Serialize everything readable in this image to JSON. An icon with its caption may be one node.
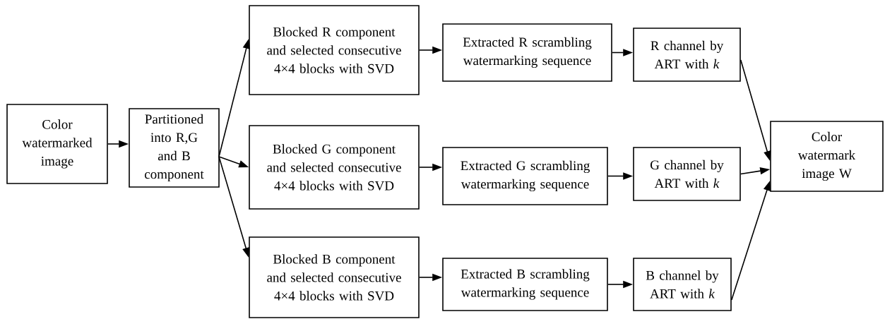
{
  "diagram": {
    "nodes": [
      {
        "text": [
          "Color watermarked image"
        ]
      },
      {
        "text": [
          "Partitioned into R,G and B component"
        ]
      },
      {
        "text": [
          "Blocked R component and selected consecutive 4×4 blocks with SVD"
        ]
      },
      {
        "text": [
          "Blocked G component and selected consecutive 4×4 blocks with SVD"
        ]
      },
      {
        "text": [
          "Blocked B component and selected consecutive 4×4 blocks with SVD"
        ]
      },
      {
        "text": [
          "Extracted R scrambling watermarking sequence"
        ]
      },
      {
        "text": [
          "Extracted G scrambling watermarking sequence"
        ]
      },
      {
        "text": [
          "Extracted B scrambling watermarking sequence"
        ]
      },
      {
        "text": [
          "R channel by ART with *k*"
        ]
      },
      {
        "text": [
          "G channel by ART with *k*"
        ]
      },
      {
        "text": [
          "B channel by ART with *k*"
        ]
      },
      {
        "text": [
          "Color watermark image W"
        ]
      }
    ],
    "edges": [
      {
        "from": 0,
        "to": 1,
        "arrow": "to"
      },
      {
        "from": 1,
        "to": 2,
        "arrow": "to"
      },
      {
        "from": 1,
        "to": 3,
        "arrow": "to"
      },
      {
        "from": 1,
        "to": 4,
        "arrow": "to"
      },
      {
        "from": 2,
        "to": 5,
        "arrow": "to"
      },
      {
        "from": 3,
        "to": 6,
        "arrow": "to"
      },
      {
        "from": 4,
        "to": 7,
        "arrow": "to"
      },
      {
        "from": 5,
        "to": 8,
        "arrow": "to"
      },
      {
        "from": 6,
        "to": 9,
        "arrow": "to"
      },
      {
        "from": 7,
        "to": 10,
        "arrow": "to"
      },
      {
        "from": 8,
        "to": 11,
        "arrow": "to"
      },
      {
        "from": 9,
        "to": 11,
        "arrow": "to"
      },
      {
        "from": 10,
        "to": 11,
        "arrow": "to"
      }
    ]
  }
}
